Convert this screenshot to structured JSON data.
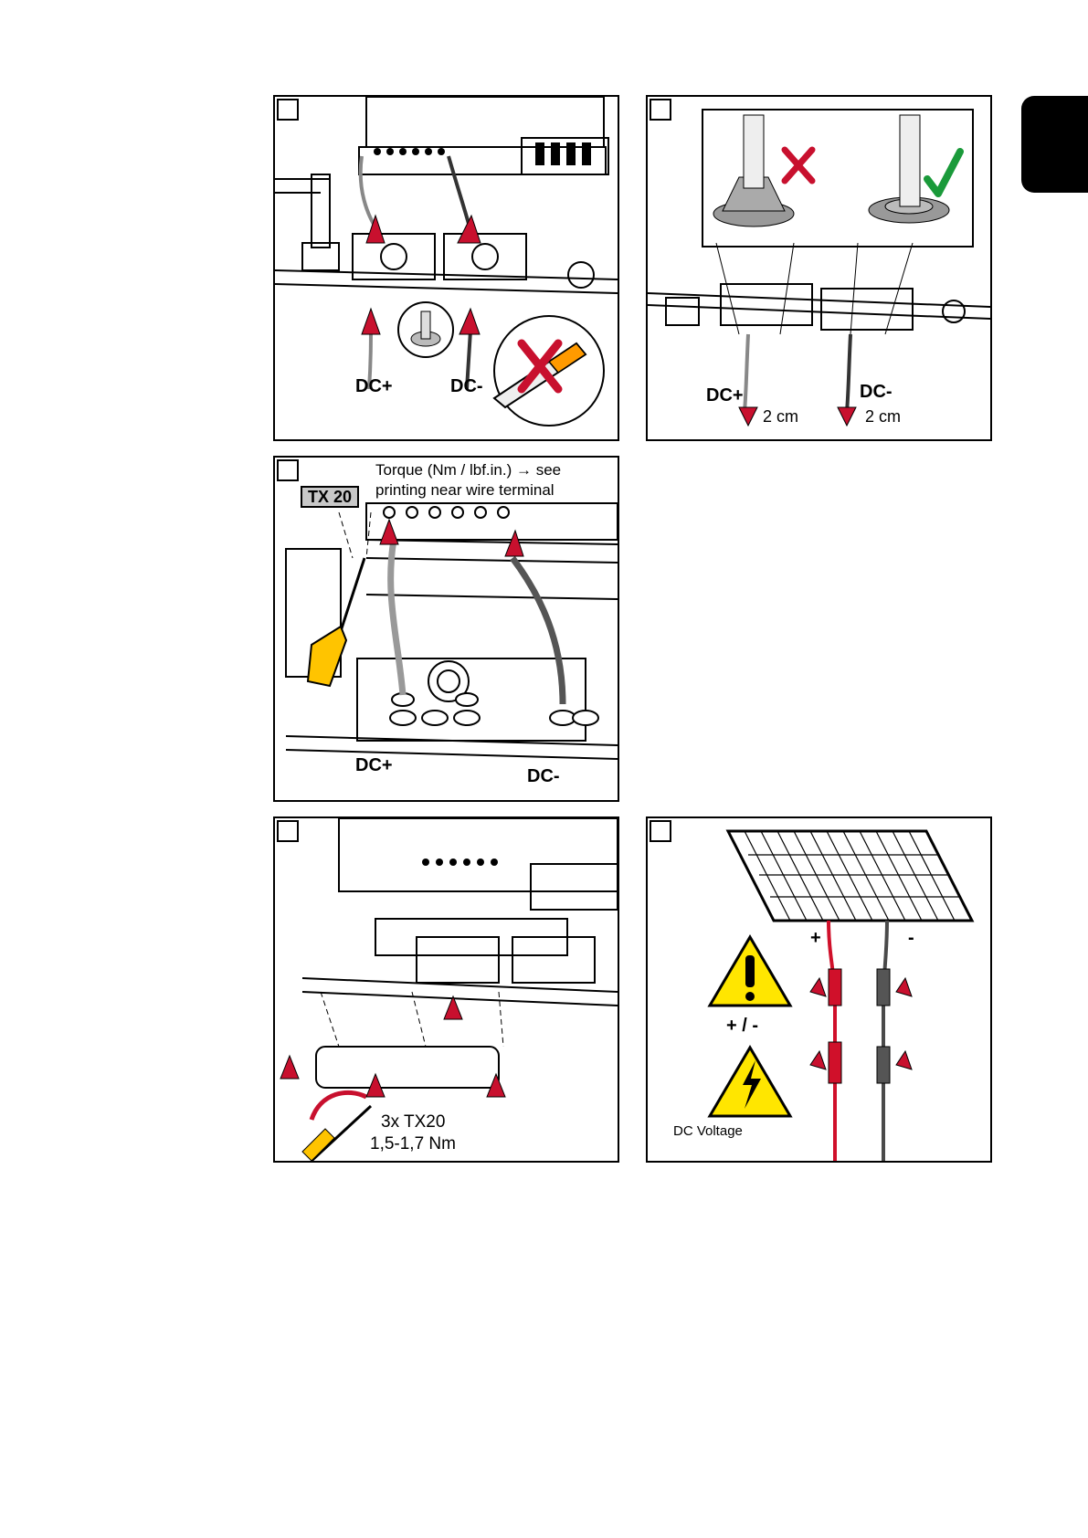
{
  "panels": {
    "p1": {
      "dc_plus": "DC+",
      "dc_minus": "DC-"
    },
    "p2": {
      "dc_plus": "DC+",
      "dc_minus": "DC-",
      "strip_plus": "2 cm",
      "strip_minus": "2 cm"
    },
    "p3": {
      "tool": "TX 20",
      "torque_line1": "Torque (Nm / lbf.in.) → see",
      "torque_line2": "printing near wire terminal",
      "dc_plus": "DC+",
      "dc_minus": "DC-"
    },
    "p4": {
      "screws": "3x TX20",
      "torque": "1,5-1,7 Nm"
    },
    "p5": {
      "plus": "+",
      "minus": "-",
      "polarity": "+ / -",
      "warning": "DC Voltage"
    }
  },
  "icons": [
    "arrow-step-1-icon",
    "arrow-step-2-icon",
    "cross-icon",
    "check-icon",
    "warning-triangle-icon",
    "lightning-warning-icon",
    "screwdriver-icon",
    "knife-icon",
    "solar-panel-icon"
  ],
  "colors": {
    "arrow": "#c8102e",
    "check": "#1a9a3a",
    "cable_red": "#d0102a",
    "cable_dark": "#4a4a4a",
    "warning": "#ffe600"
  }
}
